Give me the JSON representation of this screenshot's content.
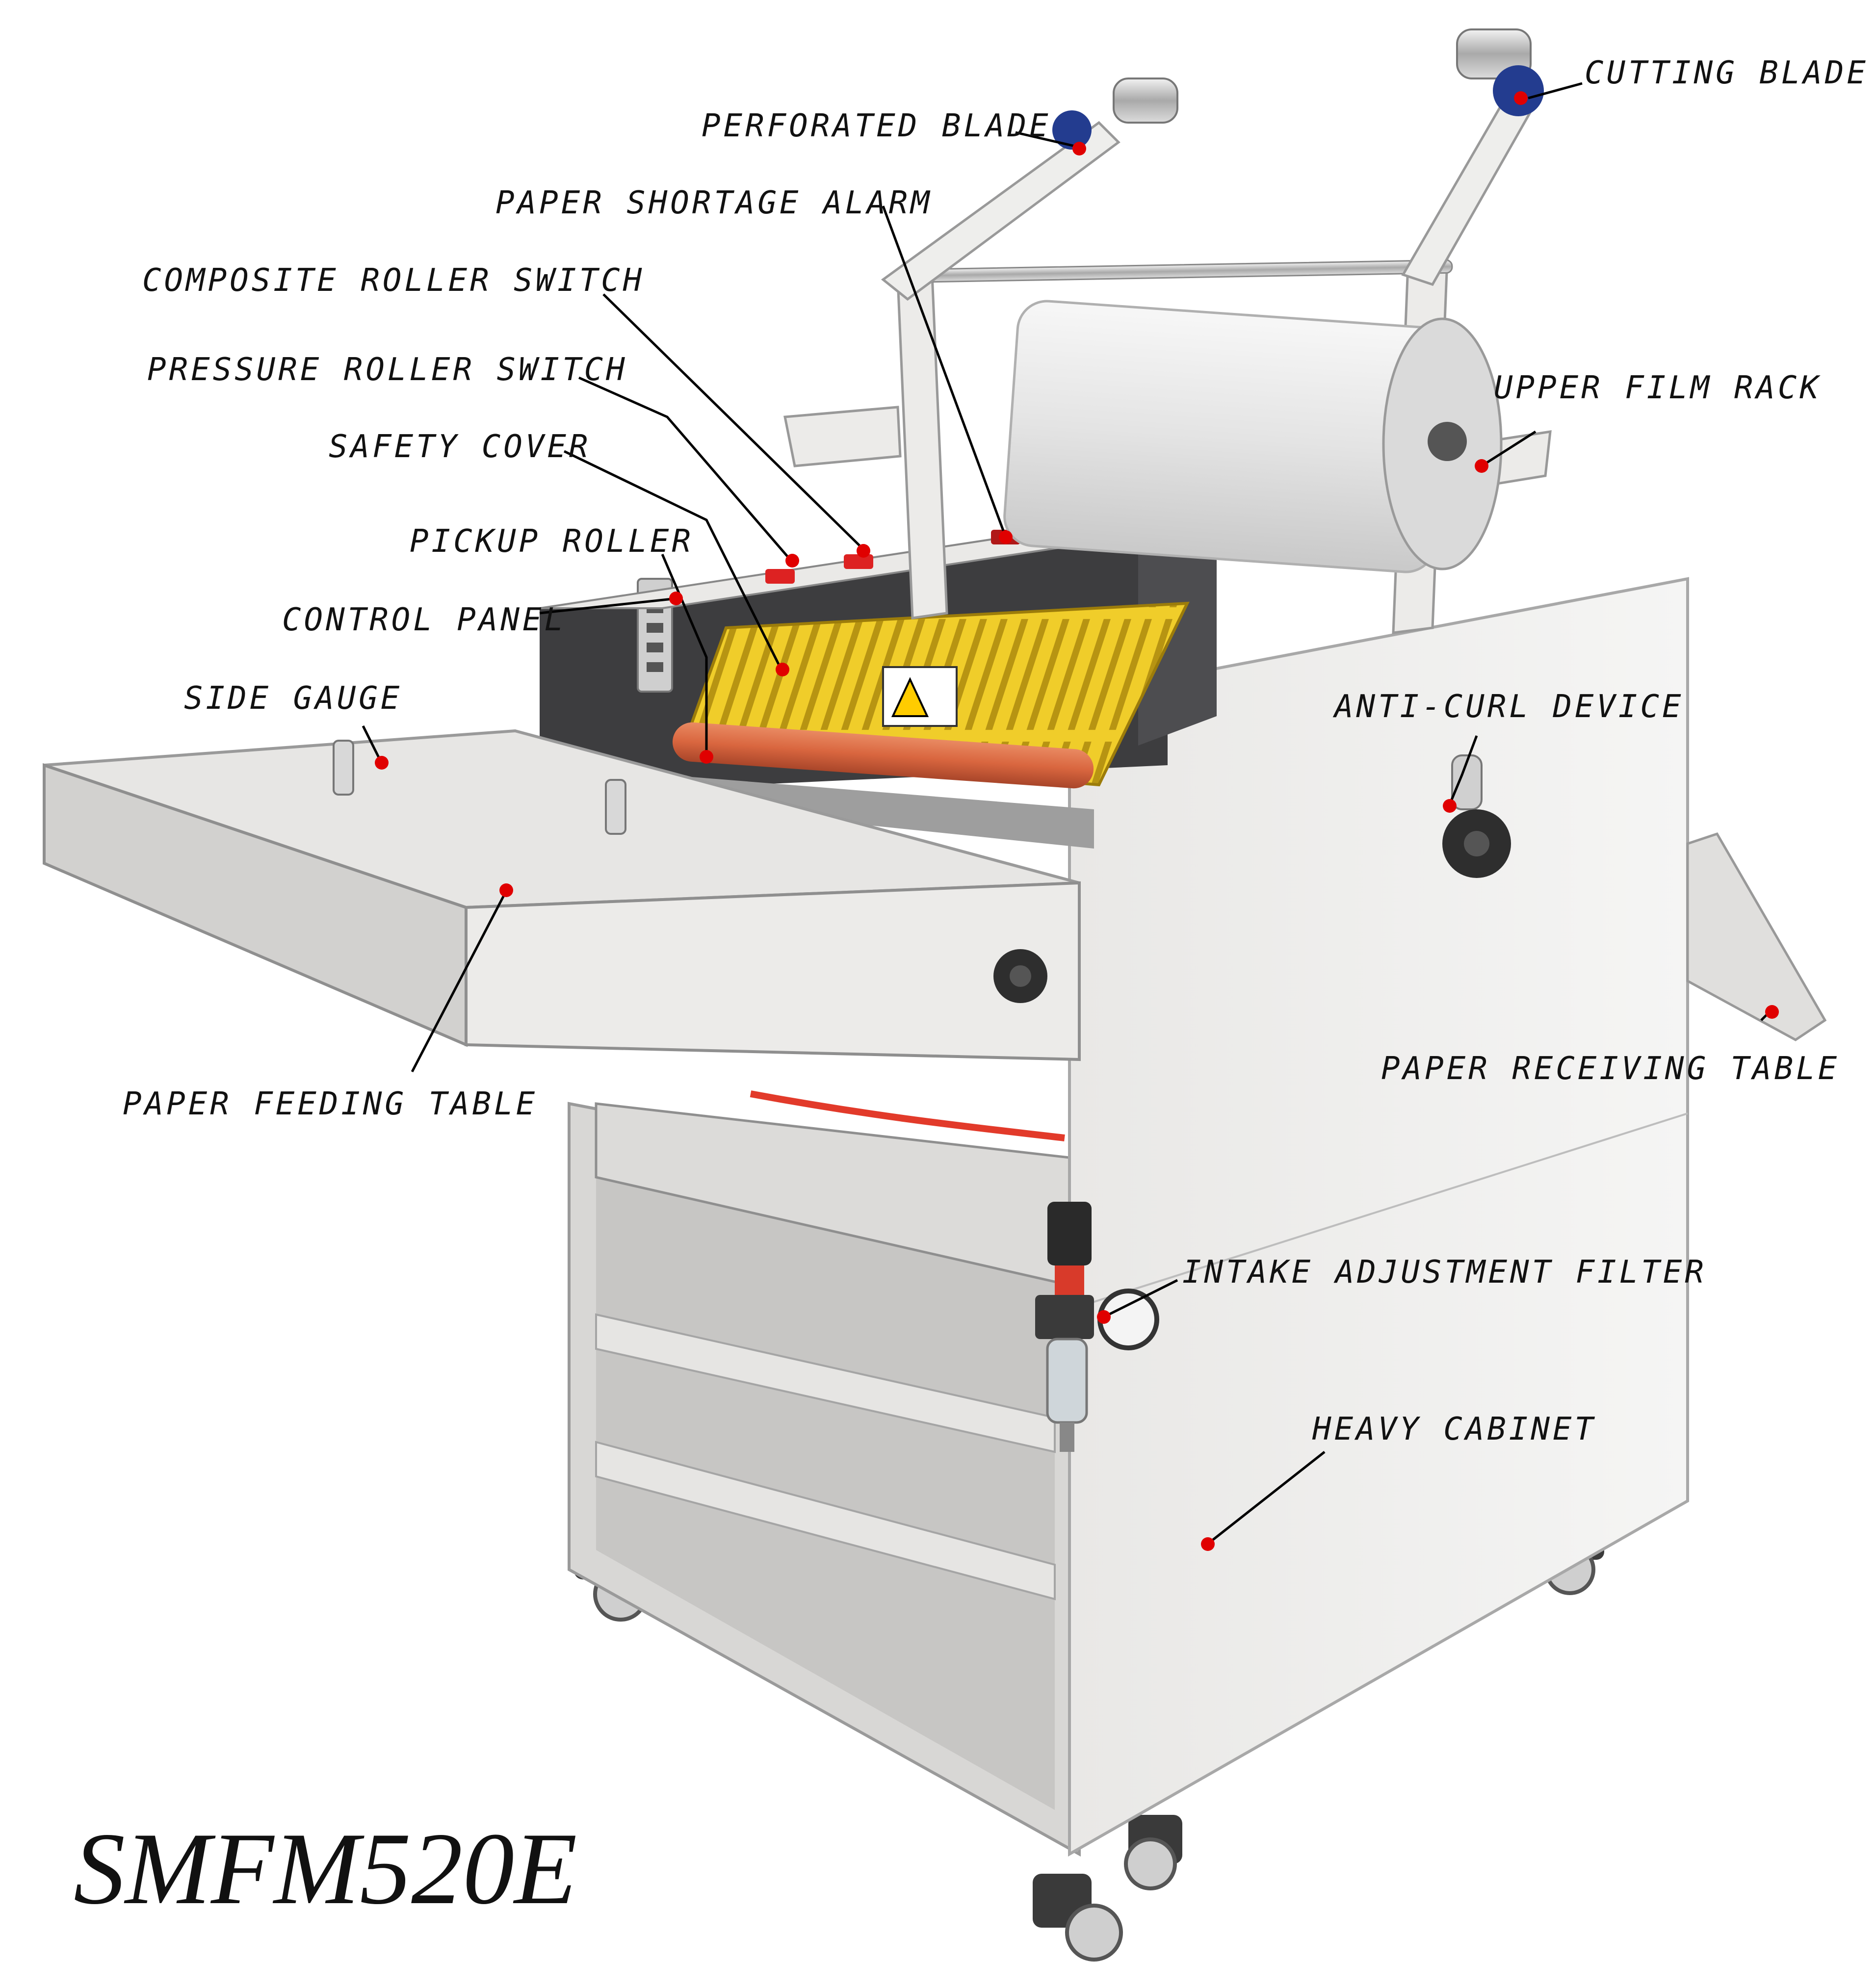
{
  "model": "SMFM520E",
  "colors": {
    "marker": "#e00000",
    "roller": "#d9663f",
    "cover": "#f0cd2a",
    "body": "#ecebea",
    "panel": "#3d3d3f"
  },
  "callouts": [
    {
      "id": "perforated-blade",
      "label": "PERFORATED BLADE"
    },
    {
      "id": "cutting-blade",
      "label": "CUTTING BLADE"
    },
    {
      "id": "paper-shortage-alarm",
      "label": "PAPER SHORTAGE ALARM"
    },
    {
      "id": "composite-roller-switch",
      "label": "COMPOSITE ROLLER SWITCH"
    },
    {
      "id": "pressure-roller-switch",
      "label": "PRESSURE ROLLER SWITCH"
    },
    {
      "id": "safety-cover",
      "label": "SAFETY COVER"
    },
    {
      "id": "pickup-roller",
      "label": "PICKUP ROLLER"
    },
    {
      "id": "control-panel",
      "label": "CONTROL PANEL"
    },
    {
      "id": "side-gauge",
      "label": "SIDE GAUGE"
    },
    {
      "id": "upper-film-rack",
      "label": "UPPER FILM RACK"
    },
    {
      "id": "anti-curl-device",
      "label": "ANTI-CURL DEVICE"
    },
    {
      "id": "paper-feeding-table",
      "label": "PAPER FEEDING TABLE"
    },
    {
      "id": "paper-receiving-table",
      "label": "PAPER RECEIVING TABLE"
    },
    {
      "id": "intake-adjustment-filter",
      "label": "INTAKE ADJUSTMENT FILTER"
    },
    {
      "id": "heavy-cabinet",
      "label": "HEAVY CABINET"
    }
  ]
}
